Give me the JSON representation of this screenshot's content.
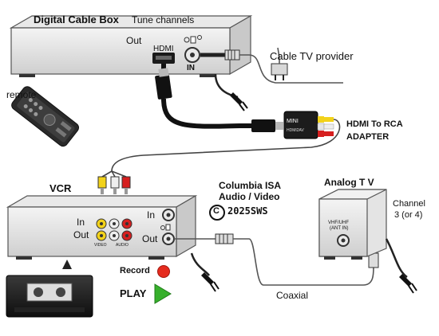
{
  "cable_box": {
    "title": "Digital Cable Box",
    "subtitle": "Tune channels",
    "out_label": "Out",
    "hdmi_label": "HDMI",
    "in_label": "IN"
  },
  "cable_provider_label": "Cable TV provider",
  "remote_label": "remote",
  "adapter": {
    "label_line1": "HDMI To RCA",
    "label_line2": "ADAPTER",
    "device_text": "MINI",
    "device_subtext": "HDMI2AV"
  },
  "vcr": {
    "title": "VCR",
    "in_label": "In",
    "out_label": "Out",
    "rf_in_label": "In",
    "rf_out_label": "Out",
    "video_label": "VIDEO",
    "audio_label": "AUDIO"
  },
  "watermark": {
    "line1": "Columbia ISA",
    "line2": "Audio / Video",
    "copyright_symbol": "C",
    "line3": "2025SWS"
  },
  "tv": {
    "title": "Analog T V",
    "port_label_line1": "VHF/UHF",
    "port_label_line2": "(ANT IN)",
    "channel_line1": "Channel",
    "channel_line2": "3 (or 4)"
  },
  "record_label": "Record",
  "play_label": "PLAY",
  "coaxial_label": "Coaxial",
  "colors": {
    "device_body": "#d9d9d9",
    "device_face": "#ededed",
    "rca_yellow": "#f2d21a",
    "rca_white": "#e6e6e6",
    "rca_red": "#d61f1f",
    "record_red": "#e52b1e",
    "play_green": "#37b02c"
  }
}
